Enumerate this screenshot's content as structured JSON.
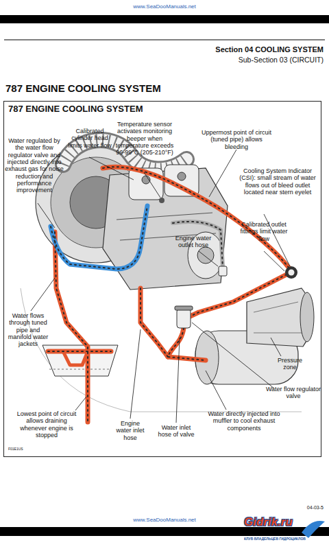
{
  "diagram": {
    "title": "787 ENGINE COOLING SYSTEM",
    "nodes": [
      {
        "text": [
          "787 ENGINE COOLING SYSTEM"
        ]
      }
    ],
    "labels": [
      "www.SeaDooManuals.net",
      "Section 04 COOLING SYSTEM",
      "Sub-Section 03 (CIRCUIT)",
      "Water regulated by the water flow regulator valve and injected directly into exhaust gas for noise reduction and performance improvement",
      "Calibrated cylinder head limits water flow",
      "Temperature sensor activates monitoring beeper when temperature exceeds 96-99°C (205-210°F)",
      "Uppermost point of circuit (tuned pipe) allows bleeding",
      "Cooling System Indicator (CSI): small stream of water flows out of bleed outlet located near stern eyelet",
      "Calibrated outlet fittings limit water flow",
      "Engine water outlet hose",
      "Water flows through tuned pipe and manifold water jackets",
      "Pressure zone",
      "Water flow regulator valve",
      "Lowest point of circuit allows draining whenever engine is stopped",
      "Engine water inlet hose",
      "Water inlet hose of valve",
      "Water directly injected into muffler to cool exhaust components",
      "F01E1US",
      "04-03-5",
      "www.SeaDooManuals.net",
      "Gidrik.ru",
      "КЛУБ ВЛАДЕЛЬЦЕВ ГИДРОЦИКЛОВ"
    ]
  }
}
